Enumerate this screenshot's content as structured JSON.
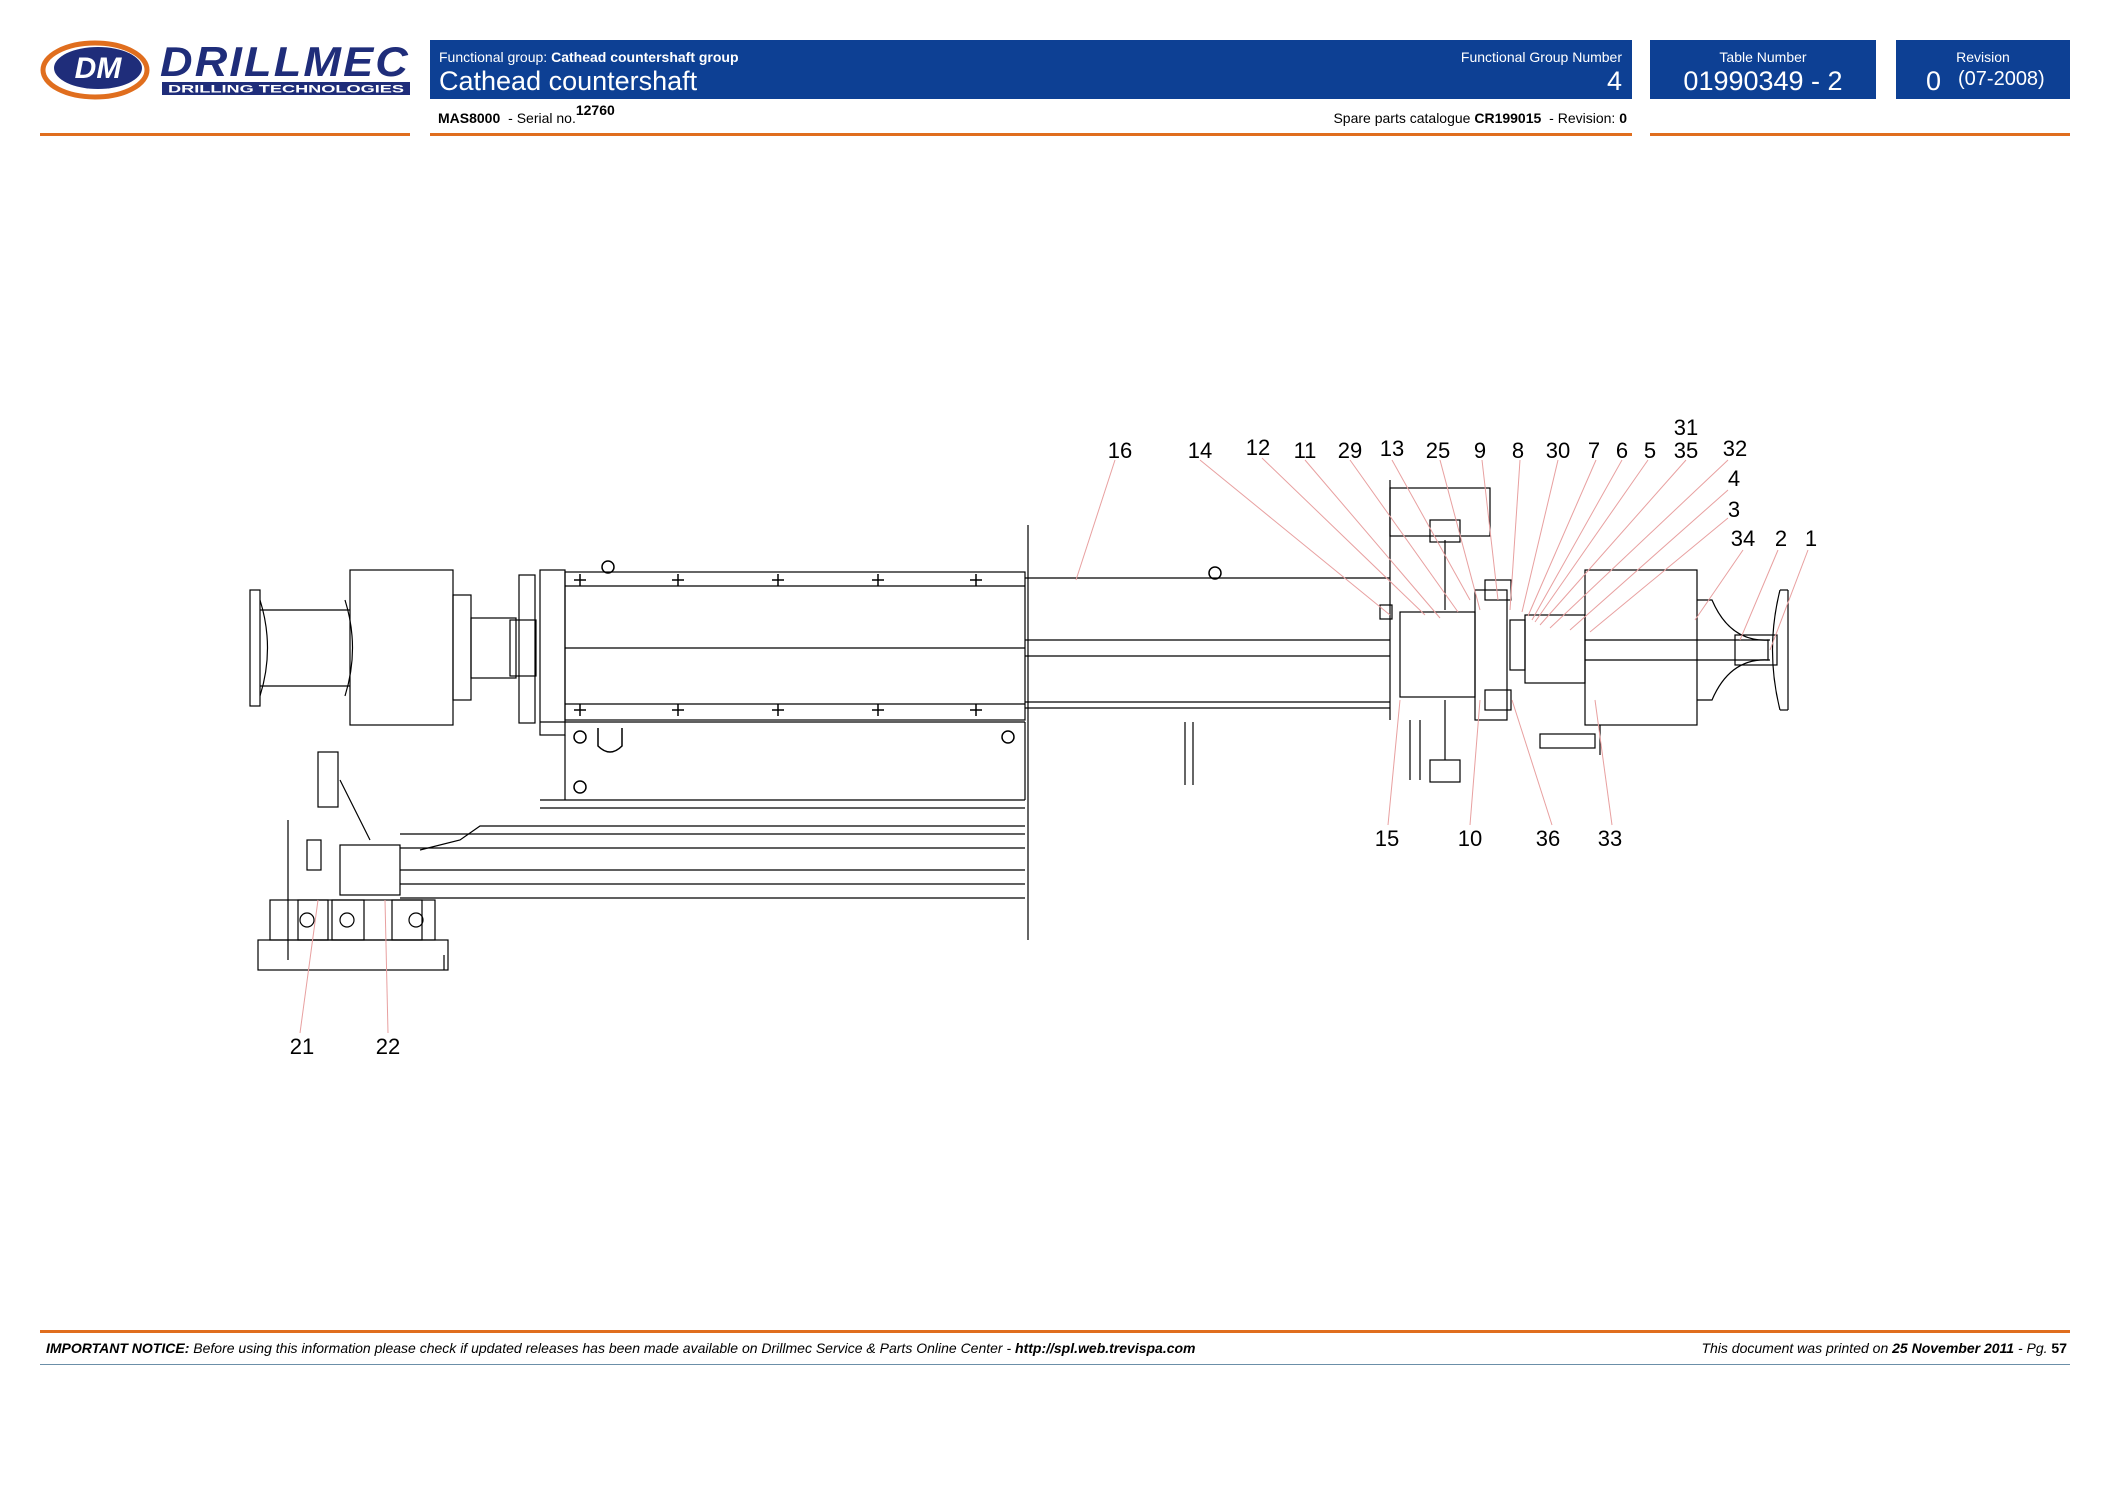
{
  "header": {
    "logo_initials": "DM",
    "logo_name": "DRILLMEC",
    "logo_tagline": "DRILLING TECHNOLOGIES",
    "functional_group_prefix": "Functional group:",
    "functional_group": "Cathead countershaft group",
    "title": "Cathead countershaft",
    "functional_group_number_label": "Functional Group Number",
    "functional_group_number": "4",
    "table_number_label": "Table Number",
    "table_number": "01990349 - 2",
    "revision_label": "Revision",
    "revision_number": "0",
    "revision_date": "(07-2008)",
    "model": "MAS8000",
    "serial_prefix": "- Serial no.",
    "serial_number": "12760",
    "catalogue_prefix": "Spare parts catalogue",
    "catalogue_code": "CR199015",
    "catalogue_revision_prefix": "- Revision:",
    "catalogue_revision": "0"
  },
  "drawing": {
    "callouts": [
      "16",
      "14",
      "12",
      "11",
      "29",
      "13",
      "25",
      "9",
      "8",
      "30",
      "7",
      "6",
      "5",
      "31",
      "35",
      "32",
      "4",
      "3",
      "34",
      "2",
      "1",
      "15",
      "10",
      "36",
      "33",
      "21",
      "22"
    ]
  },
  "footer": {
    "notice_label": "IMPORTANT NOTICE:",
    "notice_text": "Before using this information please check if updated releases has been made available on Drillmec Service & Parts Online Center -",
    "notice_url": "http://spl.web.trevispa.com",
    "printed_prefix": "This document was printed on",
    "printed_date": "25 November 2011",
    "page_prefix": "- Pg.",
    "page_number": "57"
  }
}
